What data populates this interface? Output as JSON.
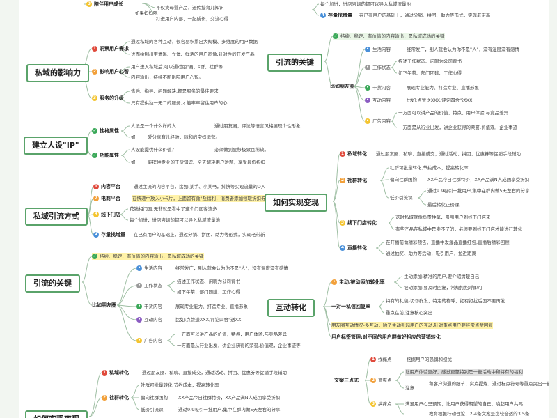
{
  "roots": {
    "influence": "私域的影响力",
    "ip": "建立人设\"IP\"",
    "traffic": "私域引流方式",
    "key_left": "引流的关键",
    "key_right": "引流的关键",
    "monetize_right": "如何实现变现",
    "interact": "互动转化",
    "monetize_bottom": "如何实现变现"
  },
  "top_left": {
    "cat1": "陪伴用户成长",
    "leaf1": "不仅卖母婴产品，还传授育儿知识",
    "leaf2": "打进用户内部，一起成长，交流心得",
    "label1": "如果妈妈呢"
  },
  "top_right": {
    "leaf0": "每个加进，进店咨询的都可以导入私域流量池",
    "cat1": "存量找增量",
    "leaf1": "在已有用户的基础上，通过分销、拼团、助力等形式，实现老带新"
  },
  "influence": {
    "c1": "洞察用户需求",
    "c1_l1": "通过私域的各种互动，很容易积累出大规模、多维度的用户数据",
    "c1_l2": "进而绘制出更清晰、立体、鲜活的用户画像,针对性的开发产品",
    "c2": "影响用户心智",
    "c2_l1": "用户进入私域后,可以通过朋\"圈、s群、社群等",
    "c2_l2": "内容输出，持续不断影响用户心智。",
    "c3": "服务的升级",
    "c3_l1": "售后、指导、问题解决,都是服务的最佳要求",
    "c3_l2": "只有提供独一无二的服务,才能牢牢留住用户的心"
  },
  "ip": {
    "c1": "性格属性",
    "c1_l1": "人设是一个什么样的人",
    "c1_l2": "通过朋友圈，评论等语言风格展现个性形象",
    "c1_l3": "如",
    "c1_l4": "爱分享育儿经验，随和的宝妈运营。",
    "c2": "功能属性",
    "c2_l1": "人设能提供什么价值？",
    "c2_l2": "必须做到显移极致且稀缺。",
    "c2_l3": "如",
    "c2_l4": "能提供专业的干货知识、全天解决用户难题，享受最低折扣"
  },
  "traffic": {
    "c1": "内容平台",
    "c1_l1": "通过主流的内容平台，比如:某手、小某书，抖快等实现流量的D入",
    "c2": "电商平台",
    "c2_l1": "在快递中放入小卡片，上面留有微\"及福利，消费者添加领取折扣券即可。",
    "c3": "线下门店",
    "c3_l1": "花钱相门面,无非就是看中了这个门面客流多",
    "c3_l2": "每个加进，进店咨询的都可以导入私域流量池",
    "c4": "存量找增量",
    "c4_l1": "在已有用户的基础上，通过分销、拼团、助力等形式，实现老带新"
  },
  "key_left": {
    "top": "持续、稳定、有价值的内容输出，是私域成功的关键",
    "friend": "比如朋友圈",
    "c1": "生活内容",
    "c1_l1": "经常发广，别人就会认为你不是\"人\"，没有温度没有感情",
    "c2": "工作状态",
    "c2_l1": "描述工作状态、闲暇为公司背书",
    "c2_l2": "如下午茶、部门团建、工作心得",
    "c3": "干货内容",
    "c3_l1": "展现专业能力、打造专业、直播形象",
    "c4": "互动内容",
    "c4_l1": "比如:点赞送XXX,评论四舍\"送XX.",
    "c5": "广告内容",
    "c5_l1": "一方面可以讲产品的价值，特点，用户体验,与竞品差异",
    "c5_l2": "一方面是从行业出发，讲企业获得的荣誉,价值观，企业事迹等"
  },
  "key_right": {
    "top": "持续、稳定、有价值的内容输出，是私域成功的关键",
    "friend": "比如朋友圈",
    "c1": "生活内容",
    "c1_l1": "经常发广，别人就会认为你不是\"人\"，没有温度没有感情",
    "c2": "工作状态",
    "c2_l1": "描述工作状态、闲暇为公司背书",
    "c2_l2": "如下午茶、部门团建、工作心得",
    "c3": "干货内容",
    "c3_l1": "展现专业能力、打造专业、直播形象",
    "c4": "互动内容",
    "c4_l1": "比如:点赞送XXX,评论四舍\"送XX.",
    "c5": "广告内容",
    "c5_l1": "一方面可以讲产品的价值、特点、用户体验,与竞品差异",
    "c5_l2": "一方面是从行业出发，讲企业获得的荣誉,价值观，企业事迹"
  },
  "monetize_right": {
    "c1": "私域转化",
    "c1_l1": "通过朋友圈、私聊、直接成交，通过活动、拼团、优惠券等促销手段辅助",
    "c2": "社群转化",
    "c2_l1": "社群可批量转化,节约成本，提高转化率",
    "c2_l2": "偏向社群团购",
    "c2_l3": "XX产品今日社群特价，XX产品满N人成团享受折扣",
    "c2_l4": "低价引流课",
    "c2_l5": "通过9.9吸引一批用户,集中在群内做5天左右的分享",
    "c2_l6": "最后转化正价课",
    "c3": "线下门店转化",
    "c3_l1": "这时私域就像负责种草，吸引用户到线下门店来",
    "c3_l2": "有些产品在私域中是卖不了的，必须要到线下门店才能进行转化",
    "c4": "直播转化",
    "c4_l1": "在开播前做精彩预告，直播中发爆品直播红包,直播后精彩回顾",
    "c4_l2": "通过抽奖、助力等活动，吸引用户，拉近距离"
  },
  "interact": {
    "c1": "主动/被动添加转化率",
    "c1_l1": "主动添加:精准的用户,要介绍清楚自己",
    "c1_l2": "被动添加:要及时回复，常规打招呼即可",
    "c2": "一对一私信回复率",
    "c2_l1": "特有的礼貌-切勿群发，特定的称呼，如有打扰后面不要再发",
    "c2_l2": "重点在前,注意核心突出",
    "c3": "朋友圈互动情况-多互动，除了主动引起用户的互动,针对重点用户要经常点赞回复",
    "c4": "用户标签管理:对不同的用户群做好相应的营销转化"
  },
  "copy": {
    "label": "文案三点式",
    "c1": "找痛点",
    "c1_l1": "挖掘用户的恐惧和担忧",
    "c2": "造爽点",
    "c2_l1": "让用户体验更好，感觉更靠特别是一些活动中和特有的福利",
    "c2_l2": "注意",
    "c2_l3": "和客户沟通的细节、实点提炼、通过标点符号等重点突出一些信息",
    "c3": "搞痒点",
    "c3_l1": "满足用户心里预期，让用户获得期望的自己，唤起用户共鸣",
    "c3_l2": "教育根据行动理论，2-4条文案是比较合适的3.5条"
  },
  "monetize_bottom": {
    "c1": "私域转化",
    "c1_l1": "通过朋友圈、私聊、直接成交，通过活动、拼团、优惠券等促销手段辅助",
    "c2": "社群转化",
    "c2_l1": "社群可批量转化,节约成本，提高转化率",
    "c2_l2": "偏向社群团购",
    "c2_l3": "XX产品今日社群特价，XX产品满N人成团享受折扣",
    "c2_l4": "低价引流课",
    "c2_l5": "通过9.9吸引一批用户,集中在群内做5天左右的分享"
  }
}
